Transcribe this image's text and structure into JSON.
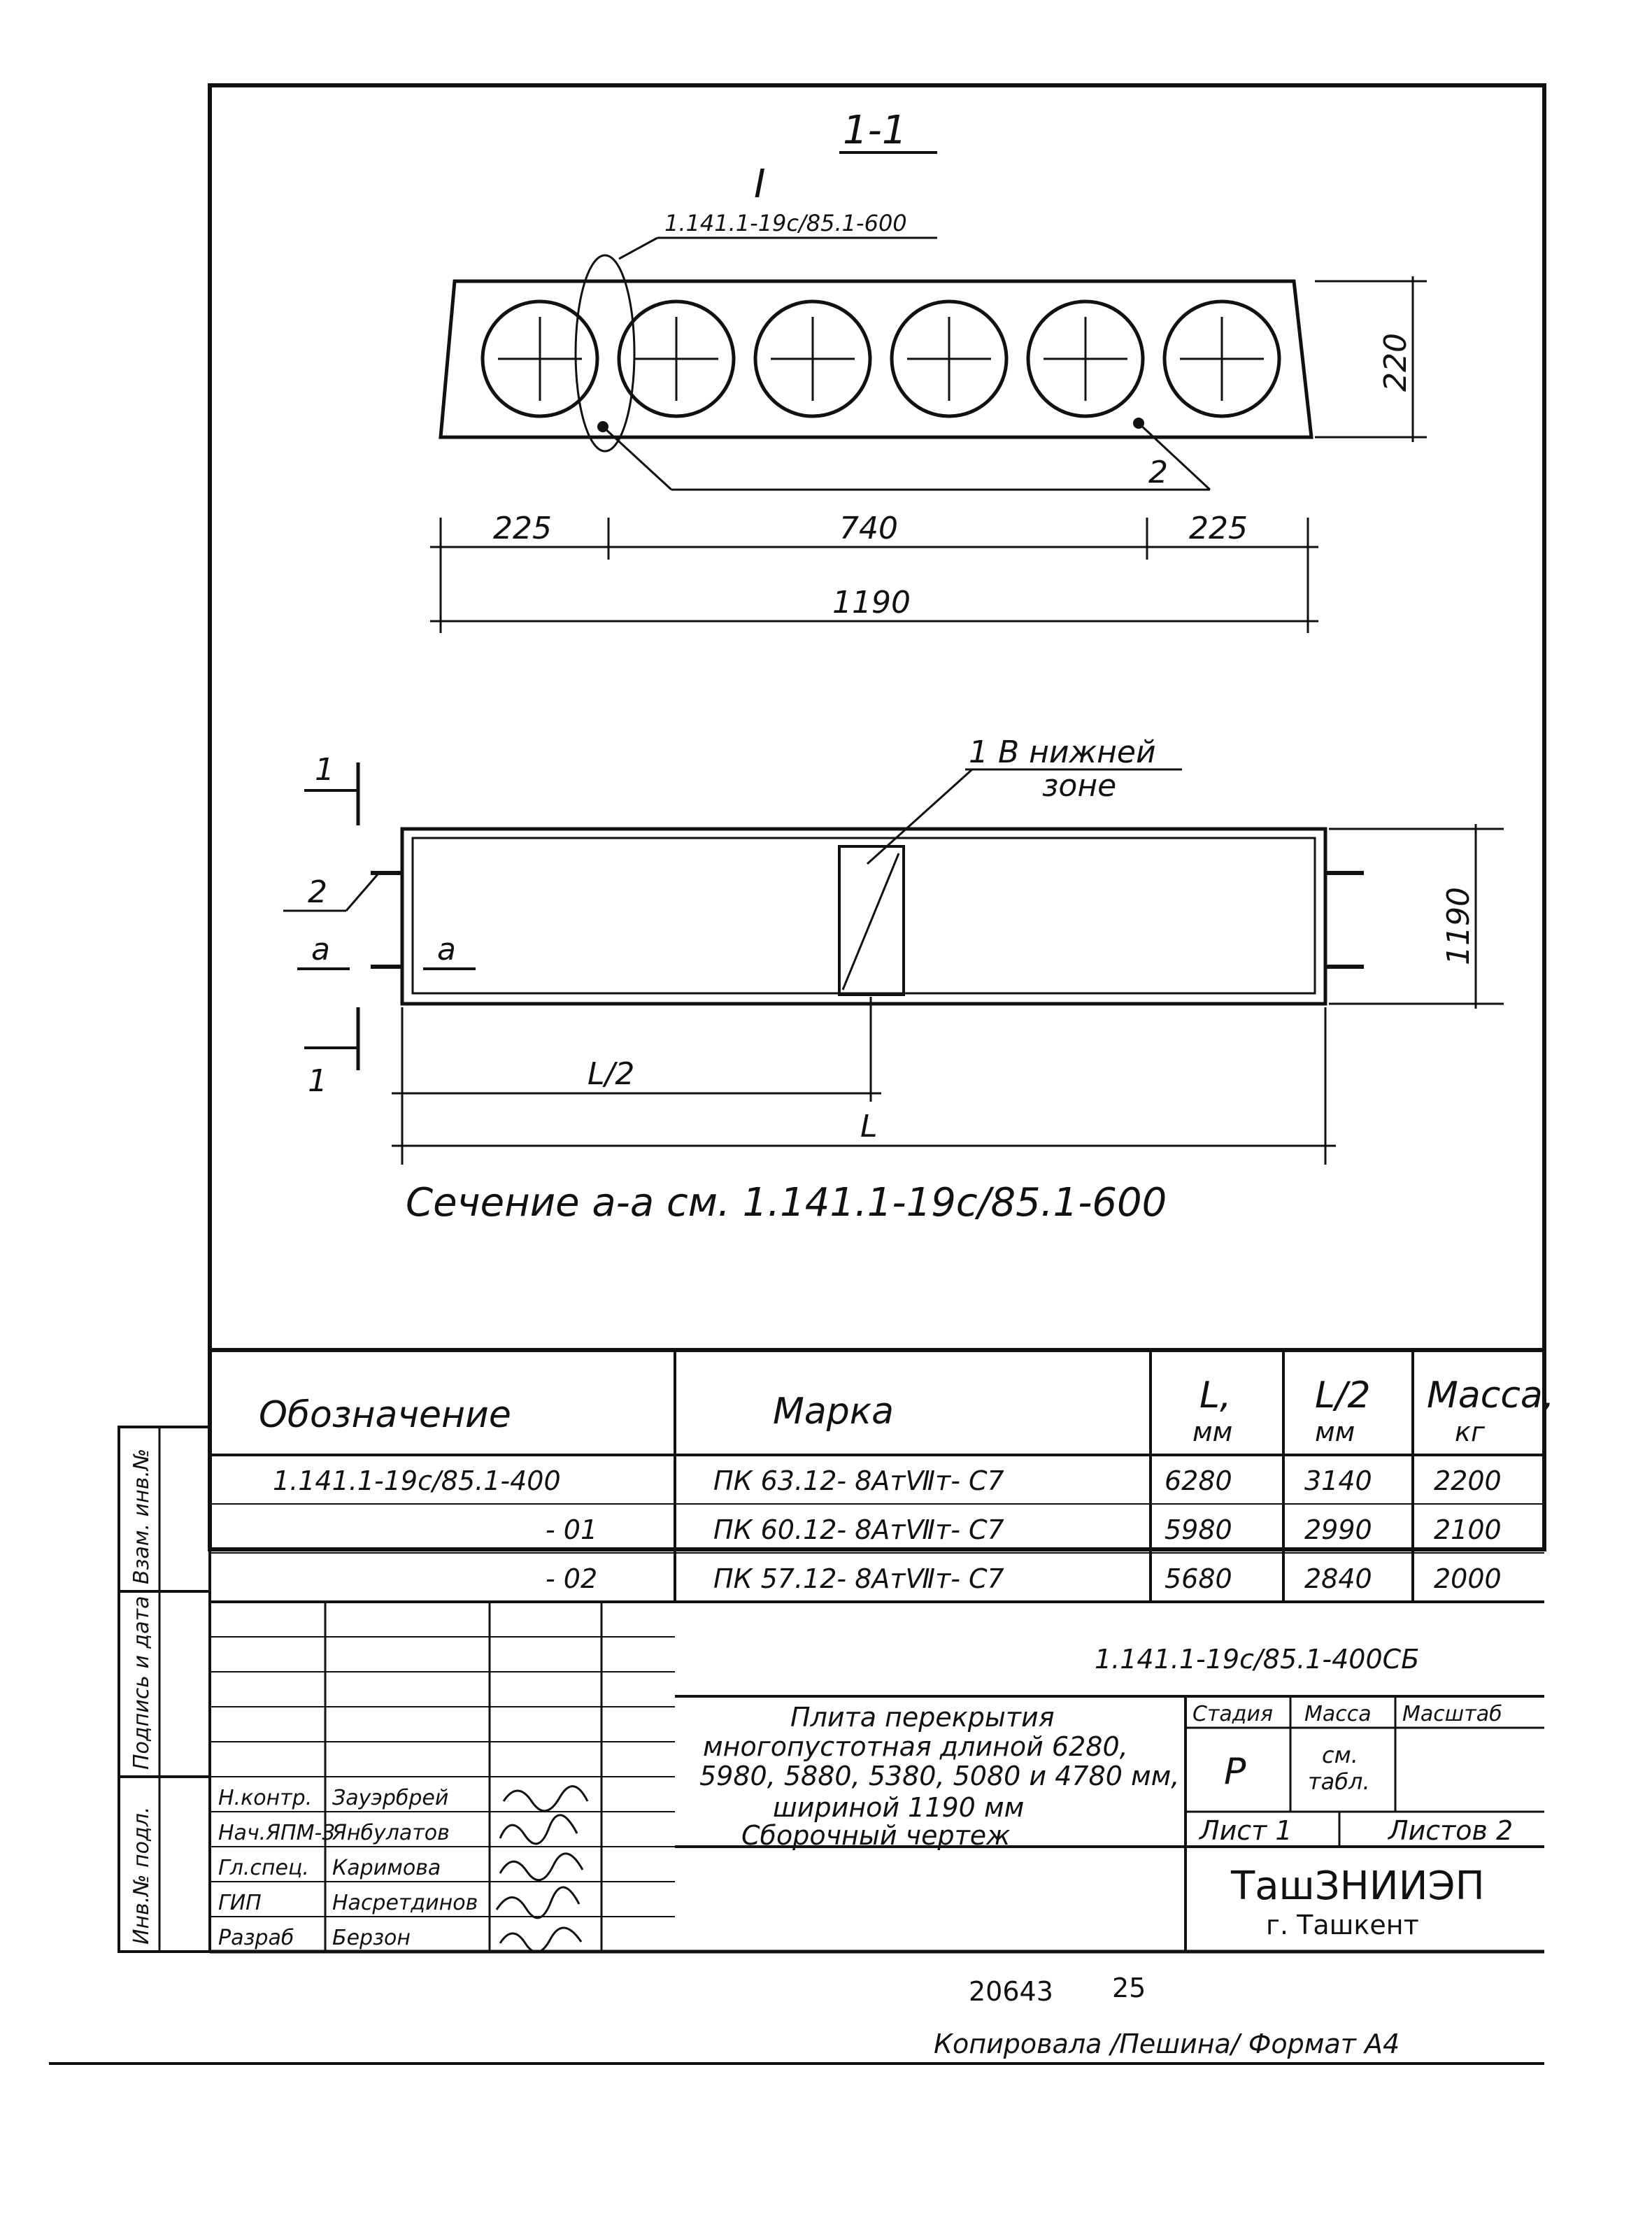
{
  "drawing": {
    "section_title": "1-1",
    "callout_I": "I",
    "callout_ref": "1.141.1-19c/85.1-600",
    "dim_height": "220",
    "dim_left": "225",
    "dim_mid": "740",
    "dim_right": "225",
    "dim_total": "1190",
    "label_2_top": "2",
    "plan_label_1a": "1",
    "plan_label_1b": "1",
    "plan_label_2": "2",
    "plan_label_a1": "a",
    "plan_label_a2": "a",
    "note_1": "1  В нижней",
    "note_1b": "зоне",
    "dim_width": "1190",
    "dim_half": "L/2",
    "dim_L": "L",
    "section_note": "Сечение  a-a  см. 1.141.1-19c/85.1-600"
  },
  "table": {
    "headers": {
      "designation": "Обозначение",
      "mark": "Марка",
      "L": "L,",
      "L_unit": "мм",
      "L2": "L/2",
      "L2_unit": "мм",
      "mass": "Масса,",
      "mass_unit": "кг"
    },
    "rows": [
      {
        "designation": "1.141.1-19c/85.1-400",
        "mark": "ПК 63.12- 8АтⅦт- С7",
        "L": "6280",
        "L2": "3140",
        "mass": "2200"
      },
      {
        "designation": "- 01",
        "mark": "ПК 60.12- 8АтⅦт- С7",
        "L": "5980",
        "L2": "2990",
        "mass": "2100"
      },
      {
        "designation": "- 02",
        "mark": "ПК 57.12- 8АтⅦт- С7",
        "L": "5680",
        "L2": "2840",
        "mass": "2000"
      }
    ]
  },
  "titleblock": {
    "doc_code": "1.141.1-19c/85.1-400СБ",
    "title_l1": "Плита  перекрытия",
    "title_l2": "многопустотная  длиной 6280,",
    "title_l3": "5980, 5880, 5380, 5080 и 4780 мм,",
    "title_l4": "шириной    1190 мм",
    "title_l5": "Сборочный   чертеж",
    "stage_h": "Стадия",
    "mass_h": "Масса",
    "scale_h": "Масштаб",
    "stage_v": "Р",
    "mass_v1": "см.",
    "mass_v2": "табл.",
    "sheet": "Лист 1",
    "sheets": "Листов 2",
    "org1": "ТашЗНИИЭП",
    "org2": "г. Ташкент",
    "staff": [
      {
        "role": "Н.контр.",
        "name": "Зауэрбрей"
      },
      {
        "role": "Нач.ЯПМ-3",
        "name": "Янбулатов"
      },
      {
        "role": "Гл.спец.",
        "name": "Каримова"
      },
      {
        "role": "ГИП",
        "name": "Насретдинов"
      },
      {
        "role": "Разраб",
        "name": "Берзон"
      }
    ],
    "side1": "Взам. инв.№",
    "side2": "Подпись и дата",
    "side3": "Инв.№ подл."
  },
  "footer": {
    "num": "20643",
    "page": "25",
    "copy": "Копировала /Пешина/  Формат А4"
  }
}
